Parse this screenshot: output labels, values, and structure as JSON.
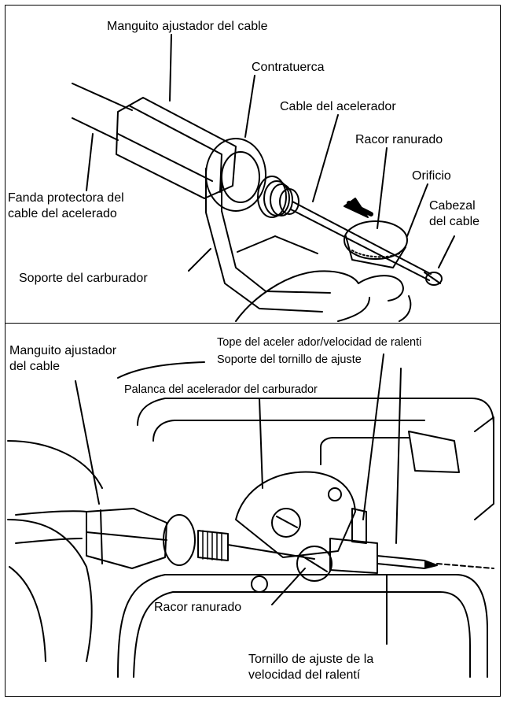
{
  "top_panel": {
    "labels": {
      "manguito": "Manguito ajustador del cable",
      "contratuerca": "Contratuerca",
      "cable_acelerador": "Cable del acelerador",
      "racor": "Racor ranurado",
      "orificio": "Orificio",
      "cabezal": "Cabezal\ndel cable",
      "funda": "Fanda protectora del\ncable del acelerado",
      "soporte": "Soporte del carburador"
    }
  },
  "bottom_panel": {
    "labels": {
      "manguito": "Manguito ajustador\ndel cable",
      "tope": "Tope del aceler ador/velocidad de ralenti",
      "soporte_tornillo": "Soporte del tornillo de ajuste",
      "palanca": "Palanca del acelerador del carburador",
      "racor": "Racor ranurado",
      "tornillo": "Tornillo de ajuste de la\nvelocidad del ralentí"
    }
  }
}
